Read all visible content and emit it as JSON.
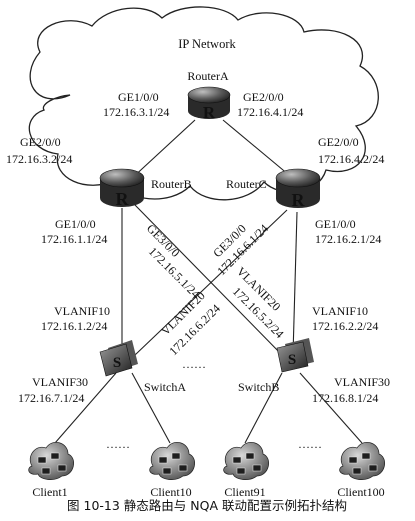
{
  "cloud": {
    "label": "IP Network"
  },
  "routers": {
    "a": {
      "name": "RouterA",
      "glyph": "R"
    },
    "b": {
      "name": "RouterB",
      "glyph": "R"
    },
    "c": {
      "name": "RouterC",
      "glyph": "R"
    }
  },
  "switches": {
    "a": {
      "name": "SwitchA",
      "glyph": "S"
    },
    "b": {
      "name": "SwitchB",
      "glyph": "S"
    }
  },
  "interfaces": {
    "ra_ge1": {
      "port": "GE1/0/0",
      "ip": "172.16.3.1/24"
    },
    "ra_ge2": {
      "port": "GE2/0/0",
      "ip": "172.16.4.1/24"
    },
    "rb_ge2": {
      "port": "GE2/0/0",
      "ip": "172.16.3.2/24"
    },
    "rc_ge2": {
      "port": "GE2/0/0",
      "ip": "172.16.4.2/24"
    },
    "rb_ge1": {
      "port": "GE1/0/0",
      "ip": "172.16.1.1/24"
    },
    "rb_ge3": {
      "port": "GE3/0/0",
      "ip": "172.16.5.1/24"
    },
    "rc_ge3": {
      "port": "GE3/0/0",
      "ip": "172.16.6.1/24"
    },
    "rc_ge1": {
      "port": "GE1/0/0",
      "ip": "172.16.2.1/24"
    },
    "swa_vlanif10": {
      "port": "VLANIF10",
      "ip": "172.16.1.2/24"
    },
    "swa_vlanif20": {
      "port": "VLANIF20",
      "ip": "172.16.6.2/24"
    },
    "swb_vlanif20": {
      "port": "VLANIF20",
      "ip": "172.16.5.2/24"
    },
    "swb_vlanif10": {
      "port": "VLANIF10",
      "ip": "172.16.2.2/24"
    },
    "swa_vlanif30": {
      "port": "VLANIF30",
      "ip": "172.16.7.1/24"
    },
    "swb_vlanif30": {
      "port": "VLANIF30",
      "ip": "172.16.8.1/24"
    }
  },
  "clients": [
    "Client1",
    "Client10",
    "Client91",
    "Client100"
  ],
  "ellipsis": "……",
  "caption": "图 10-13    静态路由与 NQA 联动配置示例拓扑结构"
}
